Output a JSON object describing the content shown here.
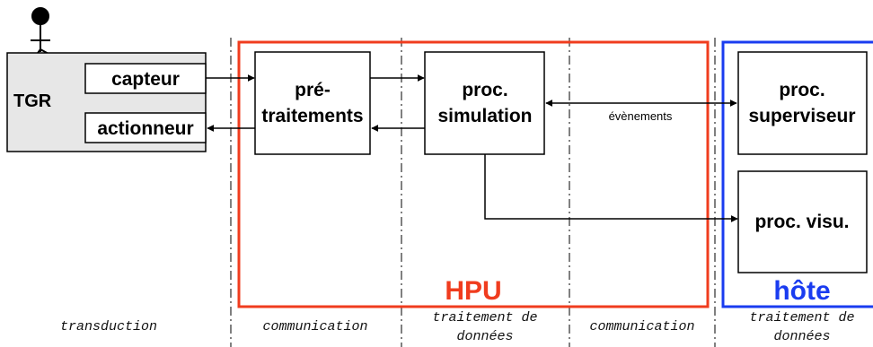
{
  "actor": {
    "label": "TGR"
  },
  "boxes": {
    "capteur": "capteur",
    "actionneur": "actionneur",
    "pretraitements": [
      "pré-",
      "traitements"
    ],
    "simulation": [
      "proc.",
      "simulation"
    ],
    "superviseur": [
      "proc.",
      "superviseur"
    ],
    "visu": "proc. visu."
  },
  "edge_labels": {
    "evenements": "évènements"
  },
  "groups": {
    "hpu": {
      "label": "HPU",
      "color": "#f03c1e"
    },
    "hote": {
      "label": "hôte",
      "color": "#1a3cf0"
    }
  },
  "phases": {
    "transduction": [
      "transduction"
    ],
    "communication_1": [
      "communication"
    ],
    "traitement_1": [
      "traitement de",
      "données"
    ],
    "communication_2": [
      "communication"
    ],
    "traitement_2": [
      "traitement de",
      "données"
    ]
  }
}
